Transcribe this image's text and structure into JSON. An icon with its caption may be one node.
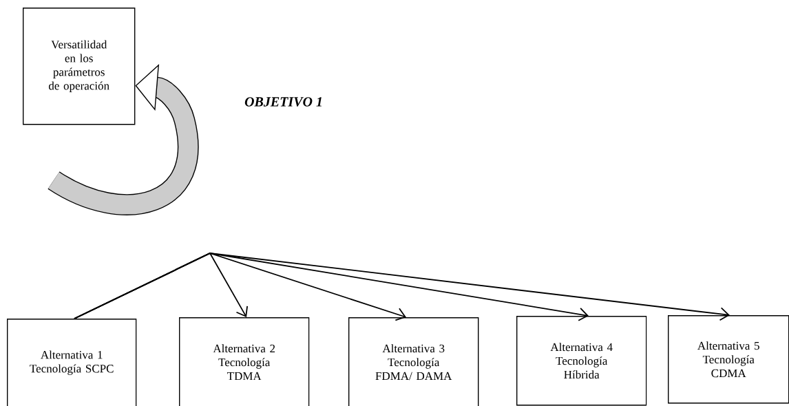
{
  "diagram": {
    "nodes": [
      {
        "text": [
          "Versatilidad en los parámetros de operación"
        ]
      },
      {
        "text": [
          "Alternativa 1",
          "Tecnología SCPC"
        ]
      },
      {
        "text": [
          "Alternativa 2",
          "Tecnología TDMA"
        ]
      },
      {
        "text": [
          "Alternativa 3",
          "Tecnología FDMA/ DAMA"
        ]
      },
      {
        "text": [
          "Alternativa 4",
          "Tecnología Híbrida"
        ]
      },
      {
        "text": [
          "Alternativa 5",
          "Tecnología CDMA"
        ]
      }
    ],
    "edges": [
      {
        "from": null,
        "to": 0,
        "arrow": "to",
        "style": "thick"
      },
      {
        "from": 1,
        "to": 2,
        "arrow": "to"
      },
      {
        "from": 1,
        "to": 3,
        "arrow": "to"
      },
      {
        "from": 1,
        "to": 4,
        "arrow": "to"
      },
      {
        "from": 1,
        "to": 5,
        "arrow": "to"
      }
    ],
    "labels": [
      "OBJETIVO 1"
    ]
  }
}
